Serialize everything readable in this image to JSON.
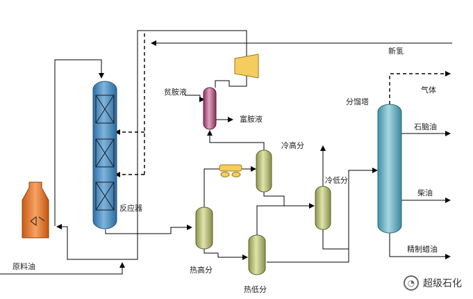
{
  "labels": {
    "new_hydrogen": "新氢",
    "lean_amine": "贫胺液",
    "rich_amine": "富胺液",
    "cold_high_sep": "冷高分",
    "cold_low_sep": "冷低分",
    "fractionator": "分馏塔",
    "gas": "气体",
    "naphtha": "石脑油",
    "diesel": "柴油",
    "refined_wax_oil": "精制蜡油",
    "reactor": "反应器",
    "feed_oil": "原料油",
    "hot_high_sep": "热高分",
    "hot_low_sep": "热低分"
  },
  "watermark": {
    "text": "超级石化",
    "icon": "wechat-logo-icon"
  },
  "colors": {
    "line": "#000000",
    "reactor": "#4f90c2",
    "fractionator": "#6fb6c6",
    "separator": "#b6bc79",
    "rich_amine_vessel": "#b45a82",
    "compressor": "#f5cd5f",
    "furnace": "#e2782c"
  }
}
